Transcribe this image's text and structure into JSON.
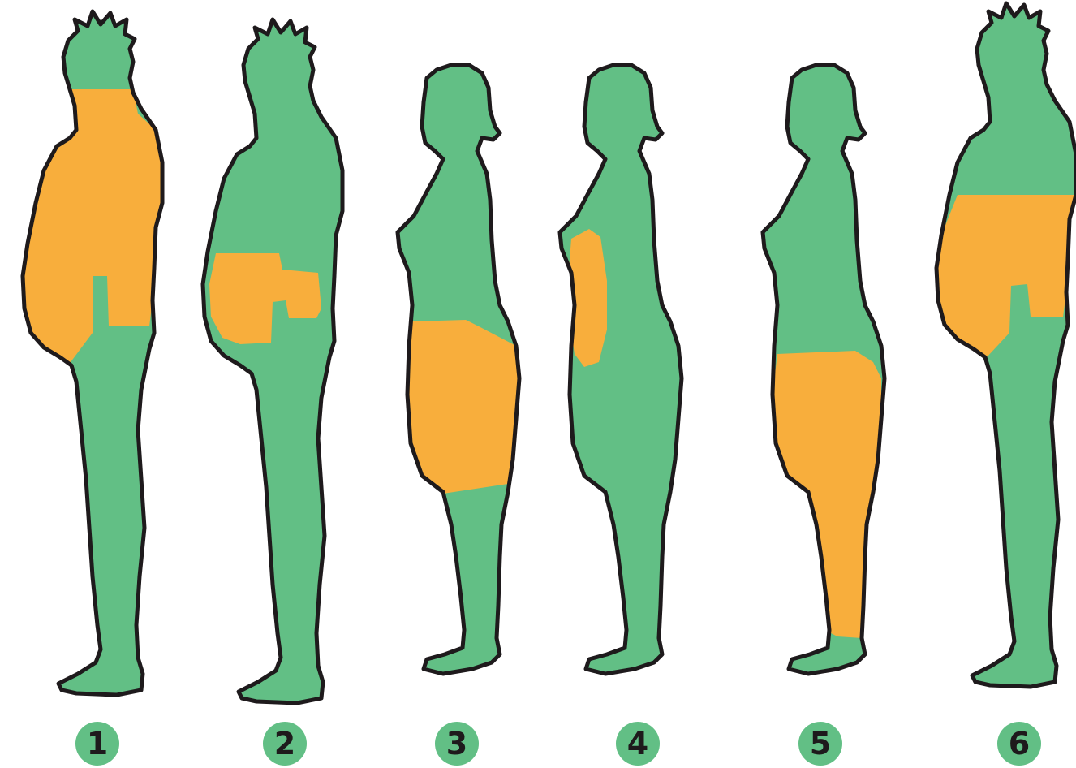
{
  "colors": {
    "body": "#62bf85",
    "fat": "#f8ae3c",
    "outline": "#1e1a1c",
    "badge": "#62bf85",
    "badge_text": "#1e1a1c",
    "background": "#ffffff"
  },
  "figures": [
    {
      "id": 1,
      "sex": "male",
      "fat_zone": "neck-chest-belly",
      "label": "1"
    },
    {
      "id": 2,
      "sex": "male",
      "fat_zone": "lower-belly",
      "label": "2"
    },
    {
      "id": 3,
      "sex": "female",
      "fat_zone": "hips-thighs",
      "label": "3"
    },
    {
      "id": 4,
      "sex": "female",
      "fat_zone": "belly",
      "label": "4"
    },
    {
      "id": 5,
      "sex": "female",
      "fat_zone": "hips-legs",
      "label": "5"
    },
    {
      "id": 6,
      "sex": "male",
      "fat_zone": "waist-belly",
      "label": "6"
    }
  ]
}
